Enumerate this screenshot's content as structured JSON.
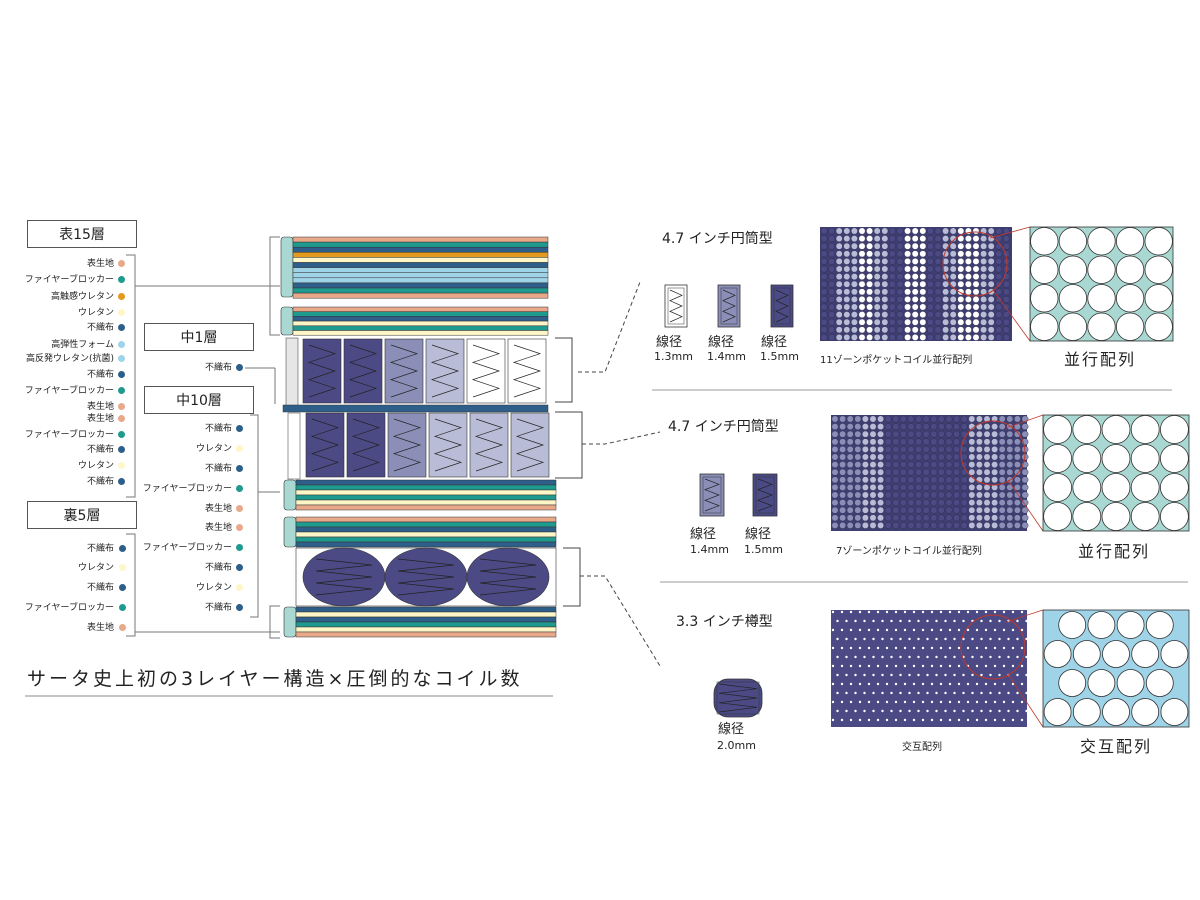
{
  "left": {
    "title": "サータ史上初の3レイヤー構造×圧倒的なコイル数",
    "groups": {
      "top": {
        "label": "表15層",
        "items": [
          "表生地",
          "ファイヤーブロッカー",
          "高触感ウレタン",
          "ウレタン",
          "不織布",
          "高弾性フォーム",
          "高反発ウレタン(抗菌)",
          "不織布",
          "ファイヤーブロッカー",
          "表生地"
        ]
      },
      "mid1": {
        "label": "中1層",
        "items": [
          "不織布"
        ]
      },
      "mid10": {
        "label": "中10層",
        "items": [
          "表生地",
          "ファイヤーブロッカー",
          "不織布",
          "ウレタン",
          "不織布",
          "不織布",
          "ウレタン",
          "不織布",
          "ファイヤーブロッカー",
          "表生地",
          "表生地",
          "ファイヤーブロッカー",
          "不織布",
          "ウレタン",
          "不織布"
        ]
      },
      "bottom": {
        "label": "裏5層",
        "items": [
          "不織布",
          "ウレタン",
          "不織布",
          "ファイヤーブロッカー",
          "表生地"
        ]
      }
    }
  },
  "colors": {
    "salmon": "#e8a88a",
    "teal": "#1f9a8e",
    "orange": "#e39a1e",
    "cream": "#fff6c8",
    "navy": "#2e5f8a",
    "lightblue": "#9fd3e8",
    "mint": "#a9d8d2",
    "coilDark": "#4b4a85",
    "coilMid": "#8b8fb8",
    "coilLight": "#b8bcd6"
  },
  "right": {
    "sections": [
      {
        "heading": "4.7 インチ円筒型",
        "coils": [
          {
            "label": "線径",
            "size": "1.3mm"
          },
          {
            "label": "線径",
            "size": "1.4mm"
          },
          {
            "label": "線径",
            "size": "1.5mm"
          }
        ],
        "pattern_caption": "11ゾーンポケットコイル並行配列",
        "zoom_caption": "並行配列"
      },
      {
        "heading": "4.7 インチ円筒型",
        "coils": [
          {
            "label": "線径",
            "size": "1.4mm"
          },
          {
            "label": "線径",
            "size": "1.5mm"
          }
        ],
        "pattern_caption": "7ゾーンポケットコイル並行配列",
        "zoom_caption": "並行配列"
      },
      {
        "heading": "3.3 インチ樽型",
        "coils": [
          {
            "label": "線径",
            "size": "2.0mm"
          }
        ],
        "pattern_caption": "交互配列",
        "zoom_caption": "交互配列"
      }
    ]
  }
}
